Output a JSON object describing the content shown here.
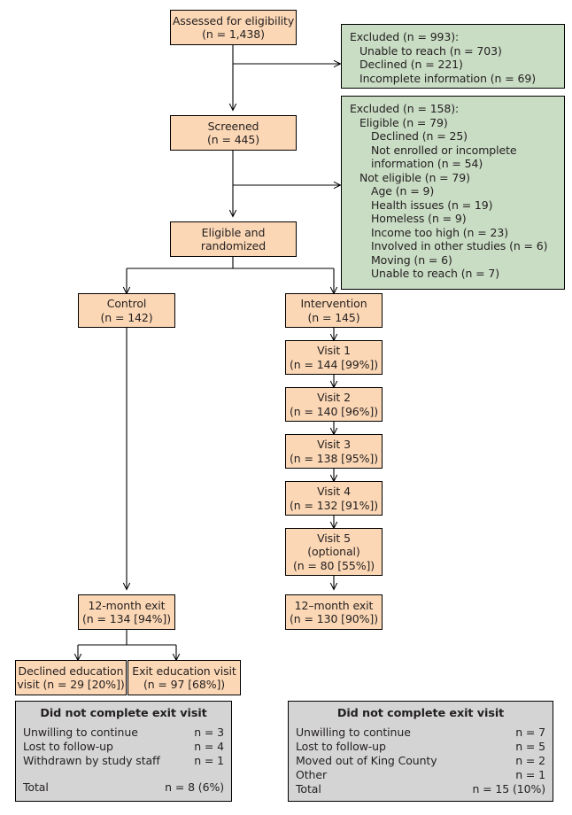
{
  "diagram": {
    "title": "CONSORT participant flow diagram",
    "colors": {
      "node_fill_primary": "#fbd7b5",
      "node_fill_excluded": "#c9dcc4",
      "node_fill_summary": "#d4d4d4",
      "border": "#000000",
      "text": "#231f20",
      "background": "#ffffff"
    }
  },
  "nodes": {
    "assessed": {
      "lines": [
        "Assessed for eligibility",
        "(n = 1,438)"
      ]
    },
    "screened": {
      "lines": [
        "Screened",
        "(n = 445)"
      ]
    },
    "randomized": {
      "lines": [
        "Eligible and",
        "randomized"
      ]
    },
    "control": {
      "lines": [
        "Control",
        "(n = 142)"
      ]
    },
    "intervention": {
      "lines": [
        "Intervention",
        "(n = 145)"
      ]
    },
    "visit1": {
      "lines": [
        "Visit 1",
        "(n = 144 [99%])"
      ]
    },
    "visit2": {
      "lines": [
        "Visit 2",
        "(n = 140 [96%])"
      ]
    },
    "visit3": {
      "lines": [
        "Visit 3",
        "(n = 138 [95%])"
      ]
    },
    "visit4": {
      "lines": [
        "Visit 4",
        "(n = 132 [91%])"
      ]
    },
    "visit5": {
      "lines": [
        "Visit 5",
        "(optional)",
        "(n = 80 [55%])"
      ]
    },
    "exit_control": {
      "lines": [
        "12-month exit",
        "(n = 134 [94%])"
      ]
    },
    "exit_intervention": {
      "lines": [
        "12–month exit",
        "(n = 130 [90%])"
      ]
    },
    "declined_education": {
      "lines": [
        "Declined education",
        "visit (n = 29 [20%])"
      ]
    },
    "exit_education": {
      "lines": [
        "Exit education visit",
        "(n = 97 [68%])"
      ]
    }
  },
  "excluded_screening": {
    "lines": [
      {
        "text": "Excluded (n = 993):",
        "indent": 0
      },
      {
        "text": "Unable to reach (n = 703)",
        "indent": 1
      },
      {
        "text": "Declined (n = 221)",
        "indent": 1
      },
      {
        "text": "Incomplete information (n = 69)",
        "indent": 1
      }
    ]
  },
  "excluded_randomization": {
    "lines": [
      {
        "text": "Excluded (n = 158):",
        "indent": 0
      },
      {
        "text": "Eligible (n = 79)",
        "indent": 1
      },
      {
        "text": "Declined (n = 25)",
        "indent": 2
      },
      {
        "text": "Not enrolled or incomplete",
        "indent": 2
      },
      {
        "text": "information (n = 54)",
        "indent": 2
      },
      {
        "text": "Not eligible (n = 79)",
        "indent": 1
      },
      {
        "text": "Age (n = 9)",
        "indent": 2
      },
      {
        "text": "Health issues (n = 19)",
        "indent": 2
      },
      {
        "text": "Homeless (n = 9)",
        "indent": 2
      },
      {
        "text": "Income too high (n = 23)",
        "indent": 2
      },
      {
        "text": "Involved in other studies (n = 6)",
        "indent": 2
      },
      {
        "text": "Moving (n = 6)",
        "indent": 2
      },
      {
        "text": "Unable to reach (n = 7)",
        "indent": 2
      }
    ]
  },
  "summary_control": {
    "header": "Did not complete exit visit",
    "rows": [
      {
        "label": "Unwilling to continue",
        "value": "n = 3"
      },
      {
        "label": "Lost to follow-up",
        "value": "n = 4"
      },
      {
        "label": "Withdrawn by study staff",
        "value": "n = 1"
      }
    ],
    "total": {
      "label": "Total",
      "value": "n = 8 (6%)"
    }
  },
  "summary_intervention": {
    "header": "Did not complete exit visit",
    "rows": [
      {
        "label": "Unwilling to continue",
        "value": "n = 7"
      },
      {
        "label": "Lost to follow-up",
        "value": "n = 5"
      },
      {
        "label": "Moved out of King County",
        "value": "n = 2"
      },
      {
        "label": "Other",
        "value": "n = 1"
      }
    ],
    "total": {
      "label": "Total",
      "value": "n = 15 (10%)"
    }
  }
}
